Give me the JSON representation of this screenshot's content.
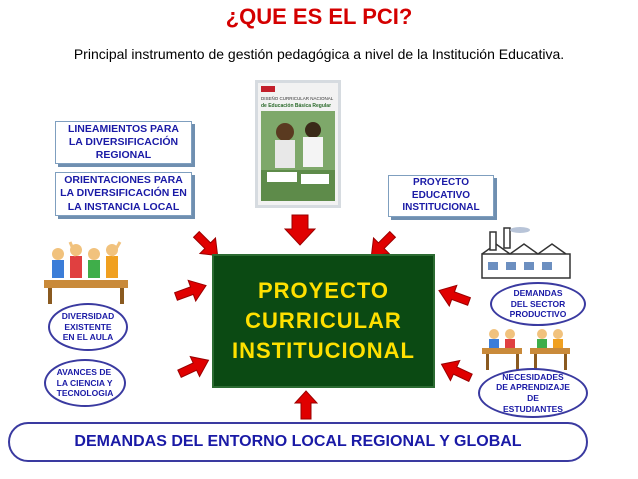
{
  "title": "¿QUE ES EL PCI?",
  "subtitle": "Principal instrumento de gestión pedagógica a nivel de la Institución Educativa.",
  "book_cover": {
    "title_line1": "DISEÑO CURRICULAR NACIONAL",
    "title_line2": "de Educación Básica Regular"
  },
  "notes": {
    "lineamientos": "LINEAMIENTOS PARA LA DIVERSIFICACIÓN REGIONAL",
    "orientaciones": "ORIENTACIONES PARA LA DIVERSIFICACIÓN EN LA INSTANCIA LOCAL",
    "proyecto_educativo": "PROYECTO EDUCATIVO INSTITUCIONAL"
  },
  "center": "PROYECTO\nCURRICULAR\nINSTITUCIONAL",
  "ovals": {
    "diversidad": "DIVERSIDAD EXISTENTE EN EL AULA",
    "avances": "AVANCES DE LA CIENCIA Y TECNOLOGIA",
    "demandas": "DEMANDAS DEL SECTOR PRODUCTIVO",
    "necesidades": "NECESIDADES DE APRENDIZAJE DE ESTUDIANTES"
  },
  "banner": "DEMANDAS DEL ENTORNO LOCAL REGIONAL Y GLOBAL",
  "colors": {
    "title": "#d40000",
    "note_text": "#1a1aa6",
    "center_bg": "#0b4a13",
    "center_text": "#ffe000",
    "arrow": "#e00000"
  },
  "icons": [
    "book-cover-image",
    "students-classroom-icon",
    "factory-icon",
    "classroom-desks-icon",
    "red-arrow-icon"
  ]
}
